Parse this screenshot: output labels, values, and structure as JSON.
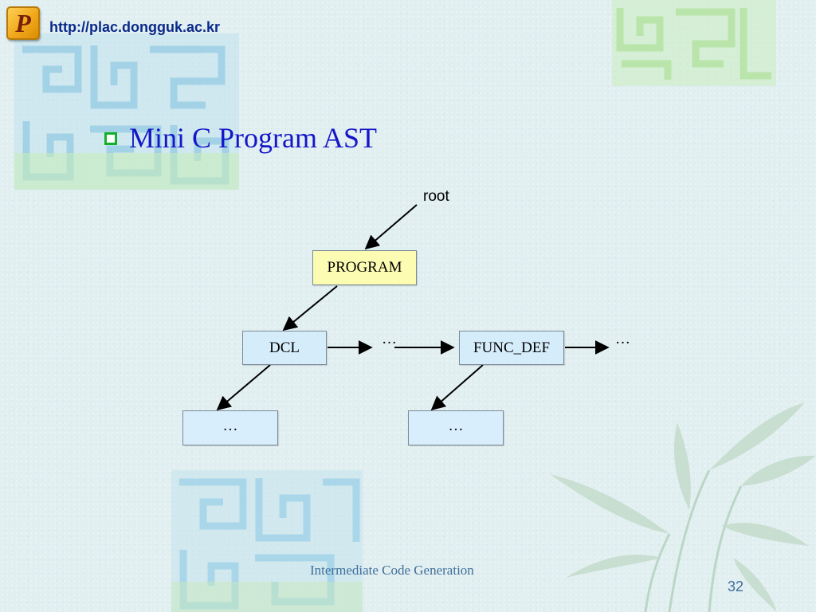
{
  "header": {
    "logo_letter": "P",
    "url": "http://plac.dongguk.ac.kr"
  },
  "slide": {
    "title": "Mini C Program AST"
  },
  "diagram": {
    "root_label": "root",
    "nodes": {
      "program": "PROGRAM",
      "dcl": "DCL",
      "func_def": "FUNC_DEF",
      "dcl_child": "…",
      "func_def_child": "…"
    },
    "ellipsis_after_dcl": "···",
    "ellipsis_after_func_def": "···"
  },
  "footer": {
    "title": "Intermediate Code Generation",
    "page_number": "32"
  },
  "colors": {
    "title": "#1416c8",
    "url": "#0a2a8a",
    "bullet": "#12b02a",
    "program_node_fill": "#fdfcb3",
    "node_fill": "#d5ecfb",
    "footer_text": "#3f6f9a",
    "background": "#e2eff1"
  },
  "icons": {
    "logo": "p-logo-icon",
    "bullet": "square-bullet-icon"
  }
}
